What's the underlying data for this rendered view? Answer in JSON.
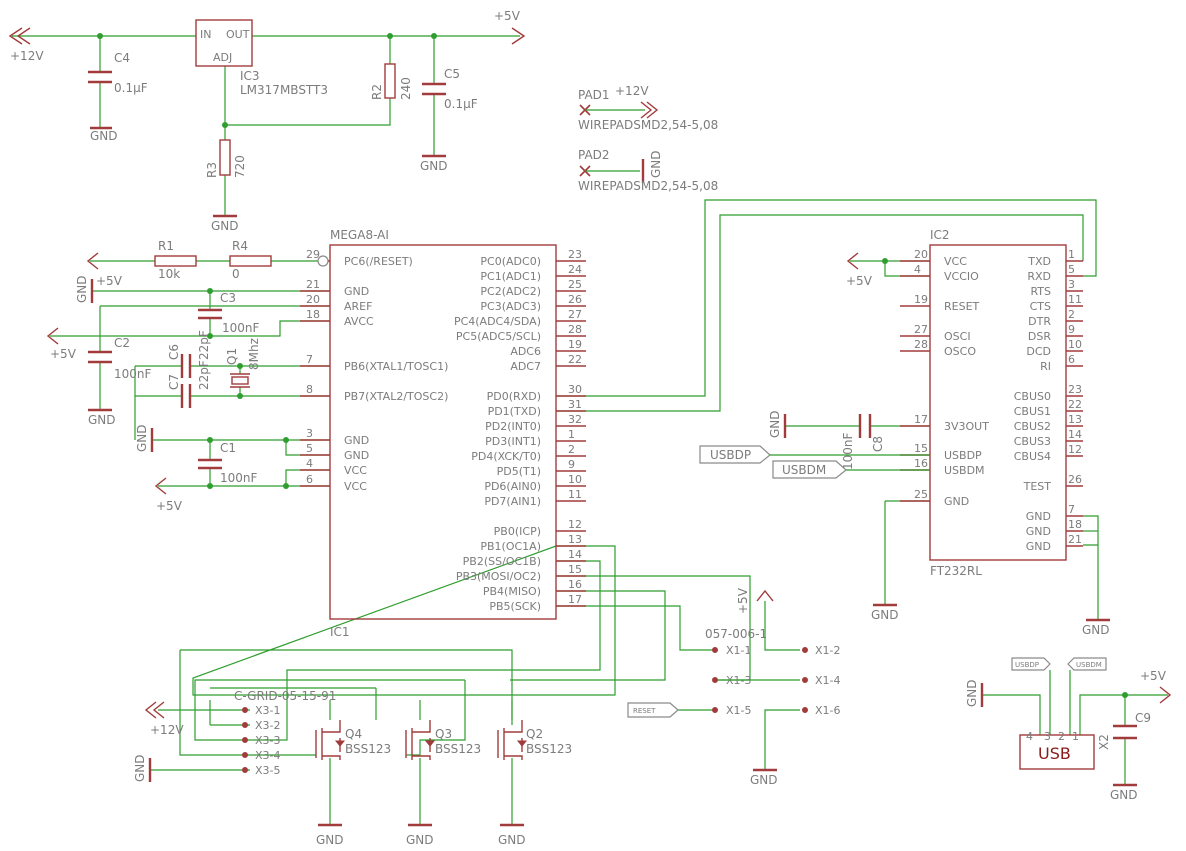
{
  "power": {
    "p12v_top": "+12V",
    "p5v_top": "+5V",
    "gnd": "GND",
    "p5v": "+5V",
    "p12v": "+12V"
  },
  "ic3": {
    "name": "IC3",
    "value": "LM317MBSTT3",
    "pin_in": "IN",
    "pin_out": "OUT",
    "pin_adj": "ADJ"
  },
  "caps": {
    "c4": "C4",
    "c4_val": "0.1µF",
    "c5": "C5",
    "c5_val": "0.1µF",
    "c1": "C1",
    "c1_val": "100nF",
    "c2": "C2",
    "c2_val": "100nF",
    "c3": "C3",
    "c3_val": "100nF",
    "c6": "C6",
    "c6_val": "22pF",
    "c7": "C7",
    "c7_val": "22pF",
    "c8": "C8",
    "c8_val": "100nF",
    "c9": "C9"
  },
  "res": {
    "r1": "R1",
    "r1_val": "10k",
    "r2": "R2",
    "r2_val": "240",
    "r3": "R3",
    "r3_val": "720",
    "r4": "R4",
    "r4_val": "0"
  },
  "crystal": {
    "name": "Q1",
    "value": "8Mhz"
  },
  "pads": {
    "pad1": "PAD1",
    "pad1_net": "+12V",
    "pad1_val": "WIREPADSMD2,54-5,08",
    "pad2": "PAD2",
    "pad2_net": "GND",
    "pad2_val": "WIREPADSMD2,54-5,08"
  },
  "ic1": {
    "value": "MEGA8-AI",
    "name": "IC1",
    "left_pins": [
      {
        "num": "29",
        "label": "PC6(/RESET)"
      },
      {
        "num": "21",
        "label": "GND"
      },
      {
        "num": "20",
        "label": "AREF"
      },
      {
        "num": "18",
        "label": "AVCC"
      },
      {
        "num": "7",
        "label": "PB6(XTAL1/TOSC1)"
      },
      {
        "num": "8",
        "label": "PB7(XTAL2/TOSC2)"
      },
      {
        "num": "3",
        "label": "GND"
      },
      {
        "num": "5",
        "label": "GND"
      },
      {
        "num": "4",
        "label": "VCC"
      },
      {
        "num": "6",
        "label": "VCC"
      }
    ],
    "right_pins": [
      {
        "num": "23",
        "label": "PC0(ADC0)"
      },
      {
        "num": "24",
        "label": "PC1(ADC1)"
      },
      {
        "num": "25",
        "label": "PC2(ADC2)"
      },
      {
        "num": "26",
        "label": "PC3(ADC3)"
      },
      {
        "num": "27",
        "label": "PC4(ADC4/SDA)"
      },
      {
        "num": "28",
        "label": "PC5(ADC5/SCL)"
      },
      {
        "num": "19",
        "label": "ADC6"
      },
      {
        "num": "22",
        "label": "ADC7"
      },
      {
        "num": "30",
        "label": "PD0(RXD)"
      },
      {
        "num": "31",
        "label": "PD1(TXD)"
      },
      {
        "num": "32",
        "label": "PD2(INT0)"
      },
      {
        "num": "1",
        "label": "PD3(INT1)"
      },
      {
        "num": "2",
        "label": "PD4(XCK/T0)"
      },
      {
        "num": "9",
        "label": "PD5(T1)"
      },
      {
        "num": "10",
        "label": "PD6(AIN0)"
      },
      {
        "num": "11",
        "label": "PD7(AIN1)"
      },
      {
        "num": "12",
        "label": "PB0(ICP)"
      },
      {
        "num": "13",
        "label": "PB1(OC1A)"
      },
      {
        "num": "14",
        "label": "PB2(SS/OC1B)"
      },
      {
        "num": "15",
        "label": "PB3(MOSI/OC2)"
      },
      {
        "num": "16",
        "label": "PB4(MISO)"
      },
      {
        "num": "17",
        "label": "PB5(SCK)"
      }
    ]
  },
  "ic2": {
    "name": "IC2",
    "value": "FT232RL",
    "left_pins": [
      {
        "num": "20",
        "label": "VCC"
      },
      {
        "num": "4",
        "label": "VCCIO"
      },
      {
        "num": "19",
        "label": "RESET"
      },
      {
        "num": "27",
        "label": "OSCI"
      },
      {
        "num": "28",
        "label": "OSCO"
      },
      {
        "num": "17",
        "label": "3V3OUT"
      },
      {
        "num": "15",
        "label": "USBDP"
      },
      {
        "num": "16",
        "label": "USBDM"
      },
      {
        "num": "25",
        "label": "GND"
      }
    ],
    "right_pins": [
      {
        "num": "1",
        "label": "TXD"
      },
      {
        "num": "5",
        "label": "RXD"
      },
      {
        "num": "3",
        "label": "RTS"
      },
      {
        "num": "11",
        "label": "CTS"
      },
      {
        "num": "2",
        "label": "DTR"
      },
      {
        "num": "9",
        "label": "DSR"
      },
      {
        "num": "10",
        "label": "DCD"
      },
      {
        "num": "6",
        "label": "RI"
      },
      {
        "num": "23",
        "label": "CBUS0"
      },
      {
        "num": "22",
        "label": "CBUS1"
      },
      {
        "num": "13",
        "label": "CBUS2"
      },
      {
        "num": "14",
        "label": "CBUS3"
      },
      {
        "num": "12",
        "label": "CBUS4"
      },
      {
        "num": "26",
        "label": "TEST"
      },
      {
        "num": "7",
        "label": "GND"
      },
      {
        "num": "18",
        "label": "GND"
      },
      {
        "num": "21",
        "label": "GND"
      }
    ]
  },
  "x1": {
    "value": "057-006-1",
    "pins": [
      "X1-1",
      "X1-2",
      "X1-3",
      "X1-4",
      "X1-5",
      "X1-6"
    ]
  },
  "x3": {
    "value": "C-GRID-05-15-91",
    "pins": [
      "X3-1",
      "X3-2",
      "X3-3",
      "X3-4",
      "X3-5"
    ]
  },
  "mosfets": [
    {
      "name": "Q4",
      "value": "BSS123"
    },
    {
      "name": "Q3",
      "value": "BSS123"
    },
    {
      "name": "Q2",
      "value": "BSS123"
    }
  ],
  "netlabels": {
    "usbdp": "USBDP",
    "usbdm": "USBDM",
    "reset": "RESET"
  },
  "usb": {
    "label": "USB",
    "name": "X2",
    "pins": [
      "4",
      "3",
      "2",
      "1"
    ],
    "tag_dp": "USBDP",
    "tag_dm": "USBDM"
  }
}
